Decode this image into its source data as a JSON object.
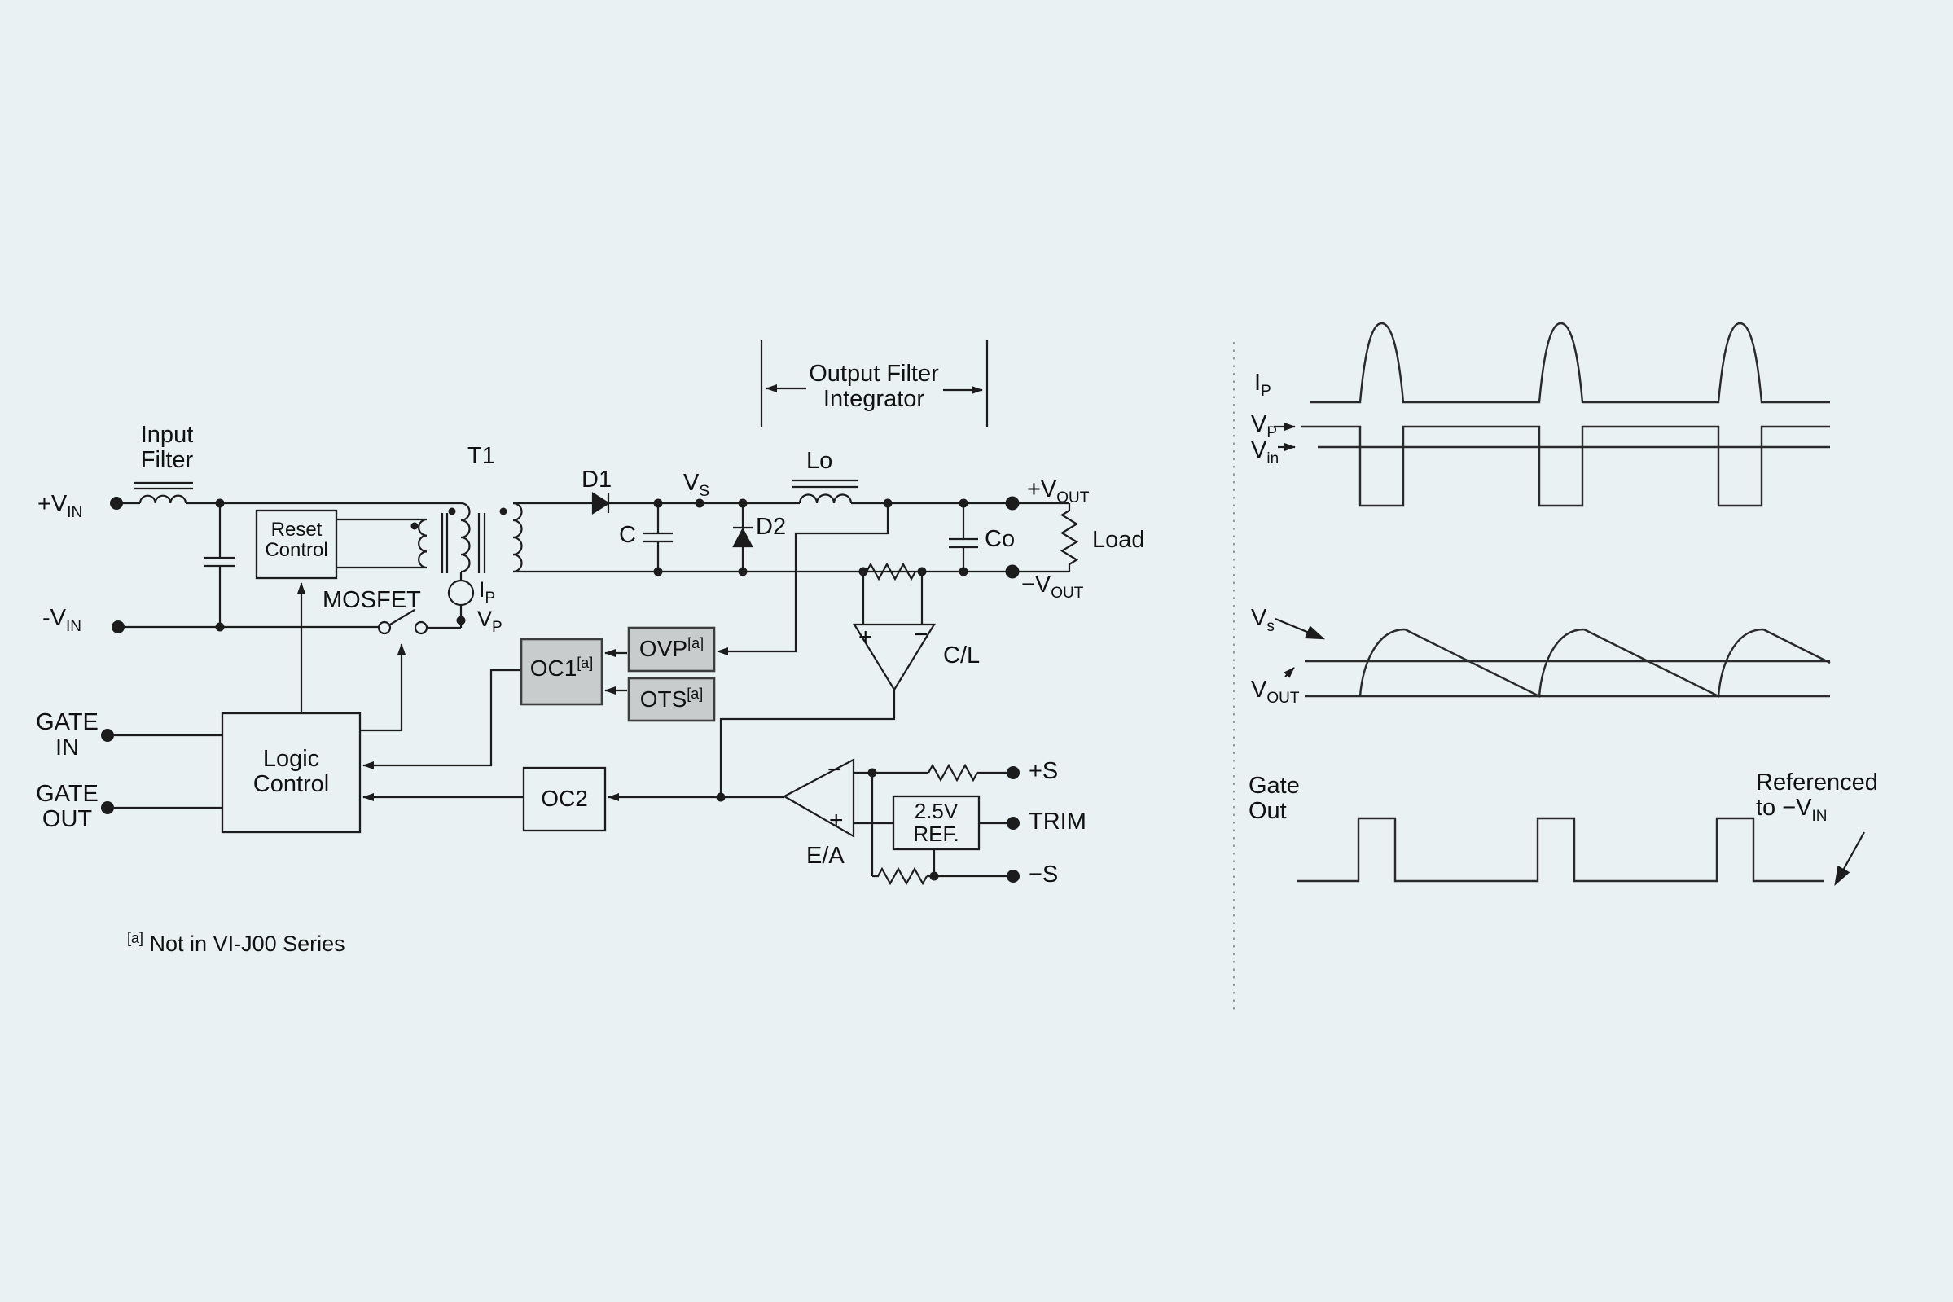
{
  "colors": {
    "background": "#e9f1f2",
    "line": "#1c1c1c",
    "waveform_line": "#2a2a2a",
    "gray_box_fill": "#c9cccd",
    "gray_box_border": "#3d3d3d",
    "separator": "#8aa0a4"
  },
  "s": {
    "input_filter": {
      "l1": "Input",
      "l2": "Filter"
    },
    "vin_pos": {
      "t": "+V",
      "sub": "IN"
    },
    "vin_neg": {
      "t": "-V",
      "sub": "IN"
    },
    "gate_in": {
      "l1": "GATE",
      "l2": "IN"
    },
    "gate_out": {
      "l1": "GATE",
      "l2": "OUT"
    },
    "reset": {
      "l1": "Reset",
      "l2": "Control"
    },
    "logic": {
      "l1": "Logic",
      "l2": "Control"
    },
    "mosfet": "MOSFET",
    "t1": "T1",
    "ip": {
      "t": "I",
      "sub": "P"
    },
    "vp": {
      "t": "V",
      "sub": "P"
    },
    "d1": "D1",
    "c": "C",
    "vs": {
      "t": "V",
      "sub": "S"
    },
    "d2": "D2",
    "lo": "Lo",
    "ofi": {
      "l1": "Output Filter",
      "l2": "Integrator"
    },
    "co": "Co",
    "vout_pos": {
      "t": "+V",
      "sub": "OUT"
    },
    "vout_neg": {
      "t": "−V",
      "sub": "OUT"
    },
    "load": "Load",
    "cl": "C/L",
    "ea": "E/A",
    "oc1": {
      "t": "OC1",
      "sup": "[a]"
    },
    "ovp": {
      "t": "OVP",
      "sup": "[a]"
    },
    "ots": {
      "t": "OTS",
      "sup": "[a]"
    },
    "oc2": "OC2",
    "ref": {
      "l1": "2.5V",
      "l2": "REF."
    },
    "s_pos": "+S",
    "trim": "TRIM",
    "s_neg": "−S",
    "plus": "+",
    "minus": "−",
    "footnote": {
      "sup": "[a]",
      "text": "Not in VI-J00 Series"
    }
  },
  "w": {
    "ip": {
      "t": "I",
      "sub": "P"
    },
    "vp": {
      "t": "V",
      "sub": "P"
    },
    "vin": {
      "t": "V",
      "sub": "in"
    },
    "vs": {
      "t": "V",
      "sub": "s"
    },
    "vout": {
      "t": "V",
      "sub": "OUT"
    },
    "gate": {
      "l1": "Gate",
      "l2": "Out"
    },
    "ref": {
      "l1": "Referenced",
      "l2": "to −V",
      "sub": "IN"
    }
  }
}
